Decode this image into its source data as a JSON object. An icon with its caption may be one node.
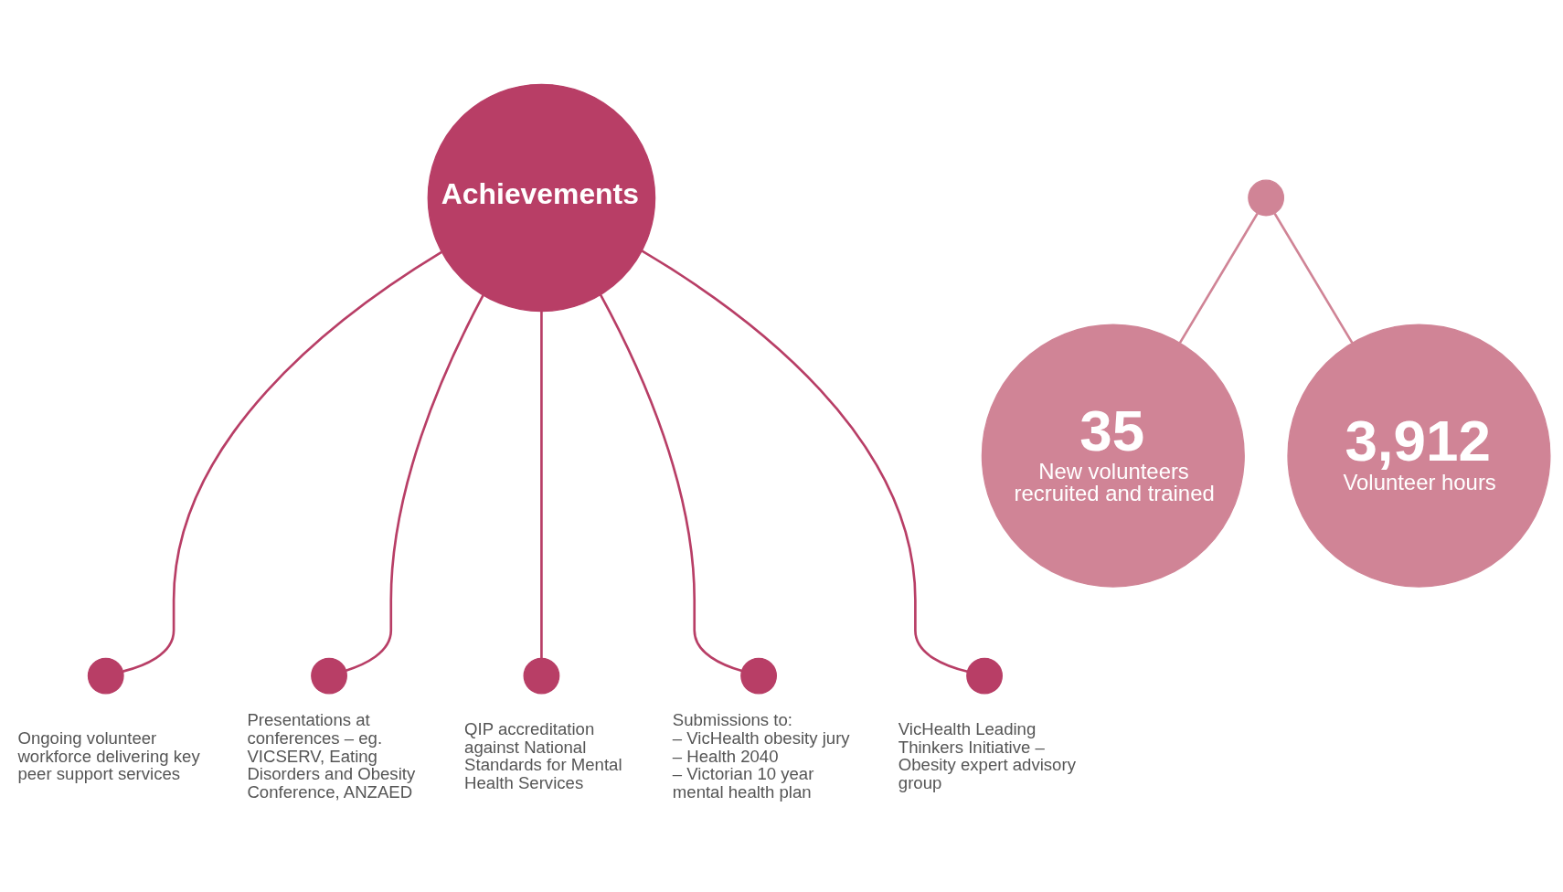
{
  "diagram": {
    "nodes": [
      {
        "text": [
          "Achievements"
        ]
      },
      {
        "text": [],
        "shape": "circle",
        "beside": [
          "Ongoing volunteer workforce delivering key peer support services"
        ]
      },
      {
        "text": [],
        "shape": "circle",
        "beside": [
          "Presentations at conferences – eg. VICSERV, Eating Disorders and Obesity Conference, ANZAED"
        ]
      },
      {
        "text": [],
        "shape": "circle",
        "beside": [
          "QIP accreditation against National Standards for Mental Health Services"
        ]
      },
      {
        "text": [],
        "shape": "circle",
        "beside": [
          "Submissions to:",
          "– VicHealth obesity jury",
          "– Health 2040",
          "– Victorian 10 year mental health plan"
        ]
      },
      {
        "text": [],
        "shape": "circle",
        "beside": [
          "VicHealth Leading Thinkers Initiative – Obesity expert advisory group"
        ]
      },
      {
        "text": [],
        "shape": "circle"
      },
      {
        "text": [
          "35",
          "New volunteers recruited and trained"
        ]
      },
      {
        "text": [
          "3,912",
          "Volunteer hours"
        ]
      }
    ],
    "edges": [
      {
        "from": 0,
        "to": 1,
        "arrow": "none"
      },
      {
        "from": 0,
        "to": 2,
        "arrow": "none"
      },
      {
        "from": 0,
        "to": 3,
        "arrow": "none"
      },
      {
        "from": 0,
        "to": 4,
        "arrow": "none"
      },
      {
        "from": 0,
        "to": 5,
        "arrow": "none"
      },
      {
        "from": 6,
        "to": 7,
        "arrow": "none",
        "color": "#d08496"
      },
      {
        "from": 6,
        "to": 8,
        "arrow": "none",
        "color": "#d08496"
      }
    ]
  }
}
